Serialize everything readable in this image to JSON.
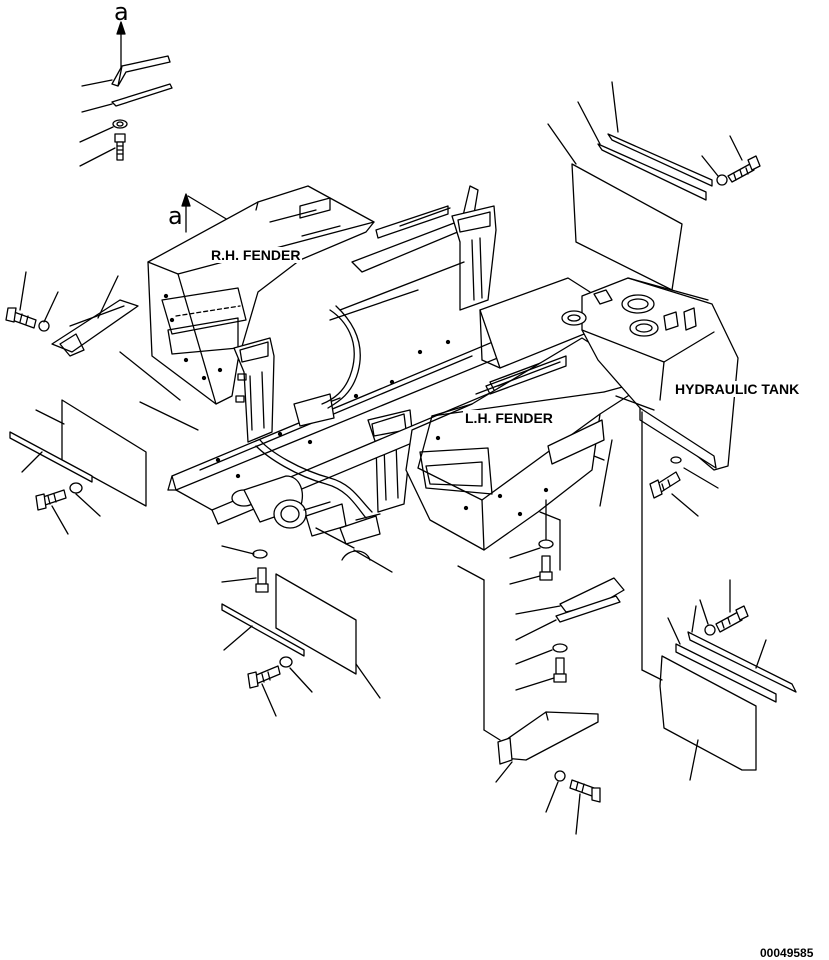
{
  "labels": {
    "rh_fender": "R.H. FENDER",
    "lh_fender": "L.H. FENDER",
    "hydraulic_tank": "HYDRAULIC TANK"
  },
  "view_marks": {
    "top": "a",
    "fender": "a"
  },
  "sheet_id": "00049585",
  "colors": {
    "line": "#000000",
    "background": "#ffffff"
  }
}
